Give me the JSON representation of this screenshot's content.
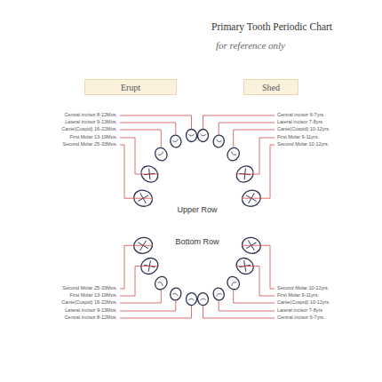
{
  "diagram": {
    "title": "Primary Tooth Periodic Chart",
    "caption": "for reference only",
    "nodes": [
      {
        "text": [
          "Erupt"
        ]
      },
      {
        "text": [
          "Shed"
        ]
      }
    ],
    "edges": [],
    "labels": [
      "Central incisor 8-12Mos.",
      "Lateral incisor 9-13Mos.",
      "Canie(Cuspid) 16-22Mos.",
      "First Molar 13-19Mos.",
      "Second Molar 25-33Mos.",
      "Central incisor 6-7yrs.",
      "Lateral incisor 7-8yrs",
      "Canie(Cuspid) 10-12yrs.",
      "First Molar 9-11yrs.",
      "Second Molar 10-12yrs.",
      "Upper Row",
      "Bottom Row",
      "Second Molar 25-33Mos.",
      "First Molar 13-19Mos.",
      "Canie(Cuspid) 16-22Mos.",
      "Lateral incisor 9-13Mos.",
      "Central incisor 8-12Mos.",
      "Second Molar 10-12yrs.",
      "First Molar 9-11yrs.",
      "Canie(Cuspid) 10-12yrs.",
      "Lateral incisor 7-8yrs",
      "Central incisor 6-7yrs."
    ]
  }
}
